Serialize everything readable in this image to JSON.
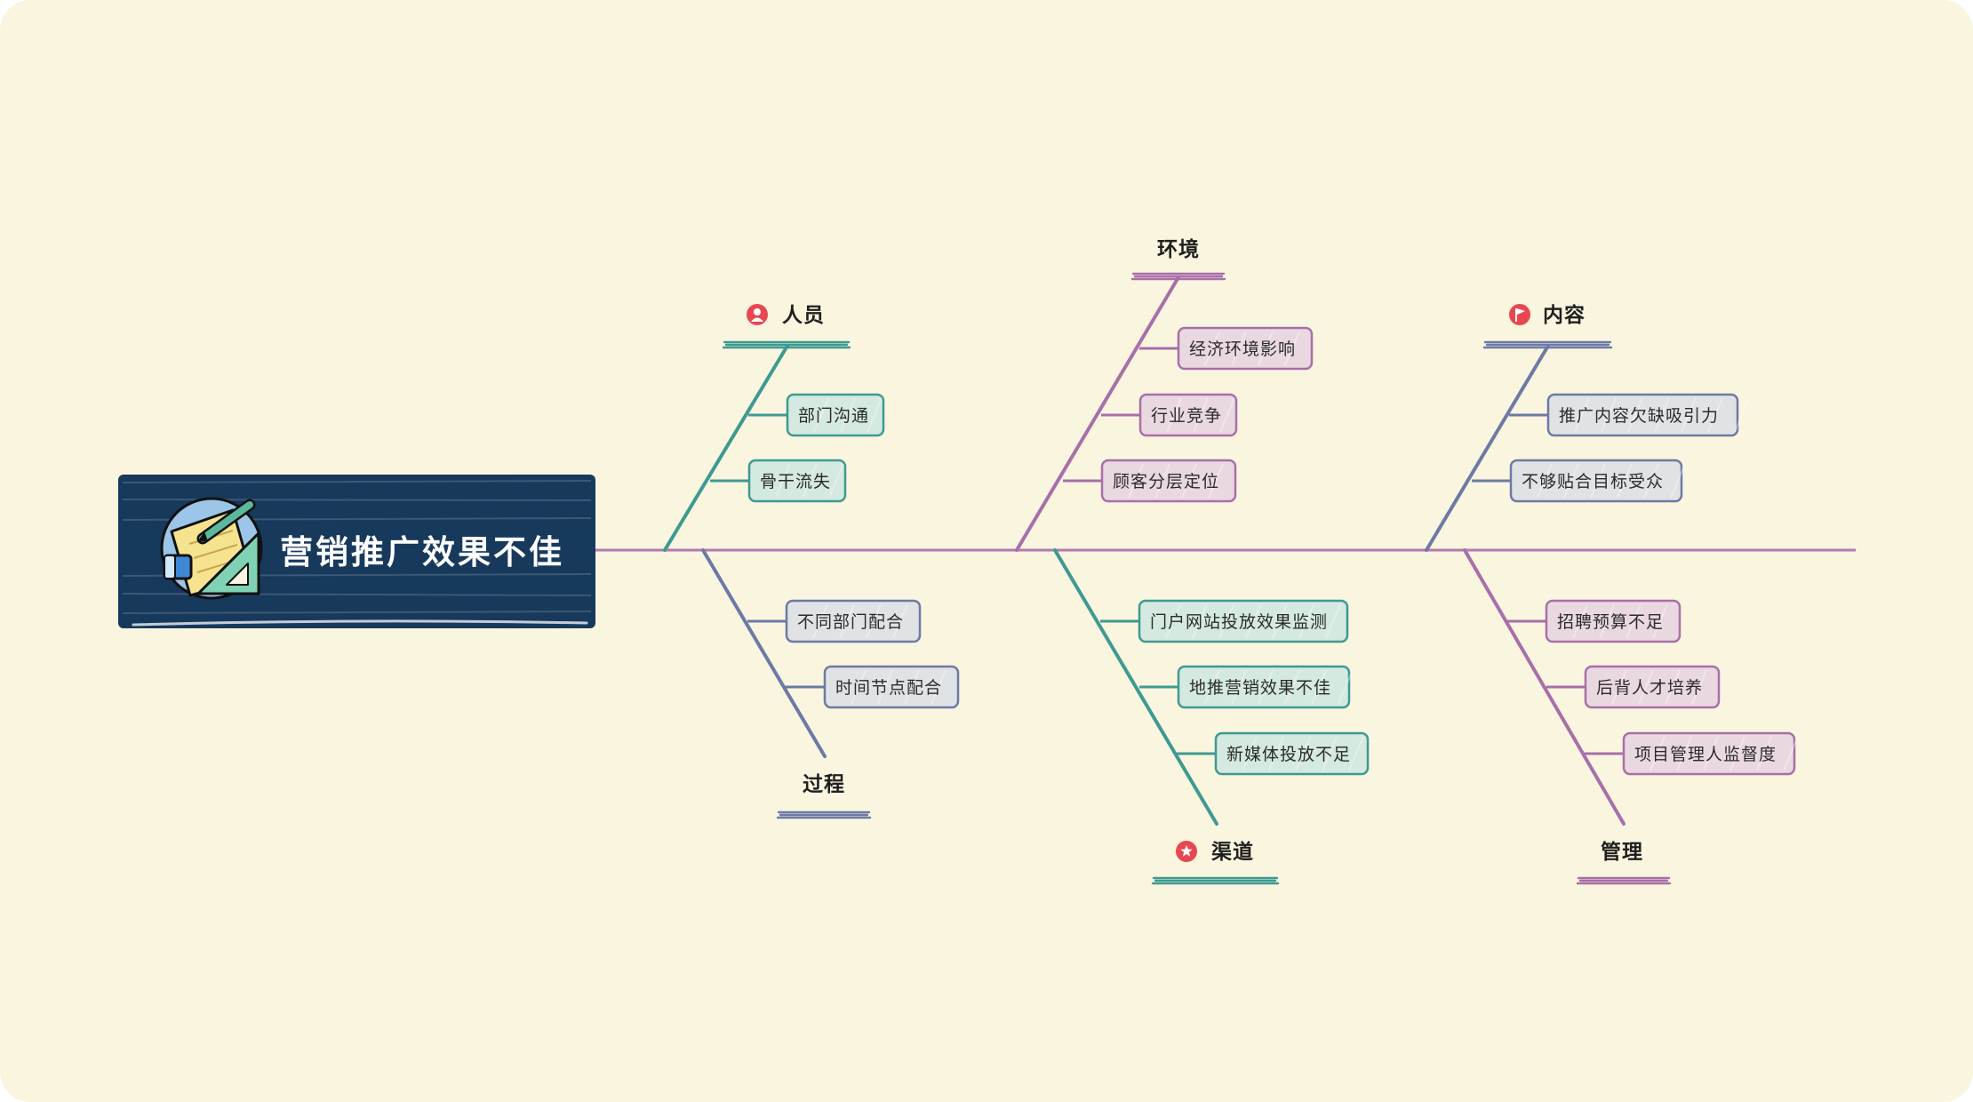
{
  "title": "营销推广效果不佳",
  "colors": {
    "background": "#faf5df",
    "head_fill": "#17395c",
    "spine": "#b47ab0",
    "teal": "#3e9a91",
    "purple": "#a86fa8",
    "slate": "#6c7aa5",
    "teal_fill": "#d4e9df",
    "purple_fill": "#ead8e1",
    "slate_fill": "#e0e2e4",
    "icon_red": "#e84752"
  },
  "categories": [
    {
      "key": "people",
      "label": "人员",
      "icon": "person-icon",
      "color": "teal",
      "items": [
        "部门沟通",
        "骨干流失"
      ]
    },
    {
      "key": "process",
      "label": "过程",
      "icon": "",
      "color": "slate",
      "items": [
        "不同部门配合",
        "时间节点配合"
      ]
    },
    {
      "key": "environment",
      "label": "环境",
      "icon": "",
      "color": "purple",
      "items": [
        "经济环境影响",
        "行业竞争",
        "顾客分层定位"
      ]
    },
    {
      "key": "channel",
      "label": "渠道",
      "icon": "star-icon",
      "color": "teal",
      "items": [
        "门户网站投放效果监测",
        "地推营销效果不佳",
        "新媒体投放不足"
      ]
    },
    {
      "key": "content",
      "label": "内容",
      "icon": "flag-icon",
      "color": "slate",
      "items": [
        "推广内容欠缺吸引力",
        "不够贴合目标受众"
      ]
    },
    {
      "key": "management",
      "label": "管理",
      "icon": "",
      "color": "purple",
      "items": [
        "招聘预算不足",
        "后背人才培养",
        "项目管理人监督度"
      ]
    }
  ]
}
